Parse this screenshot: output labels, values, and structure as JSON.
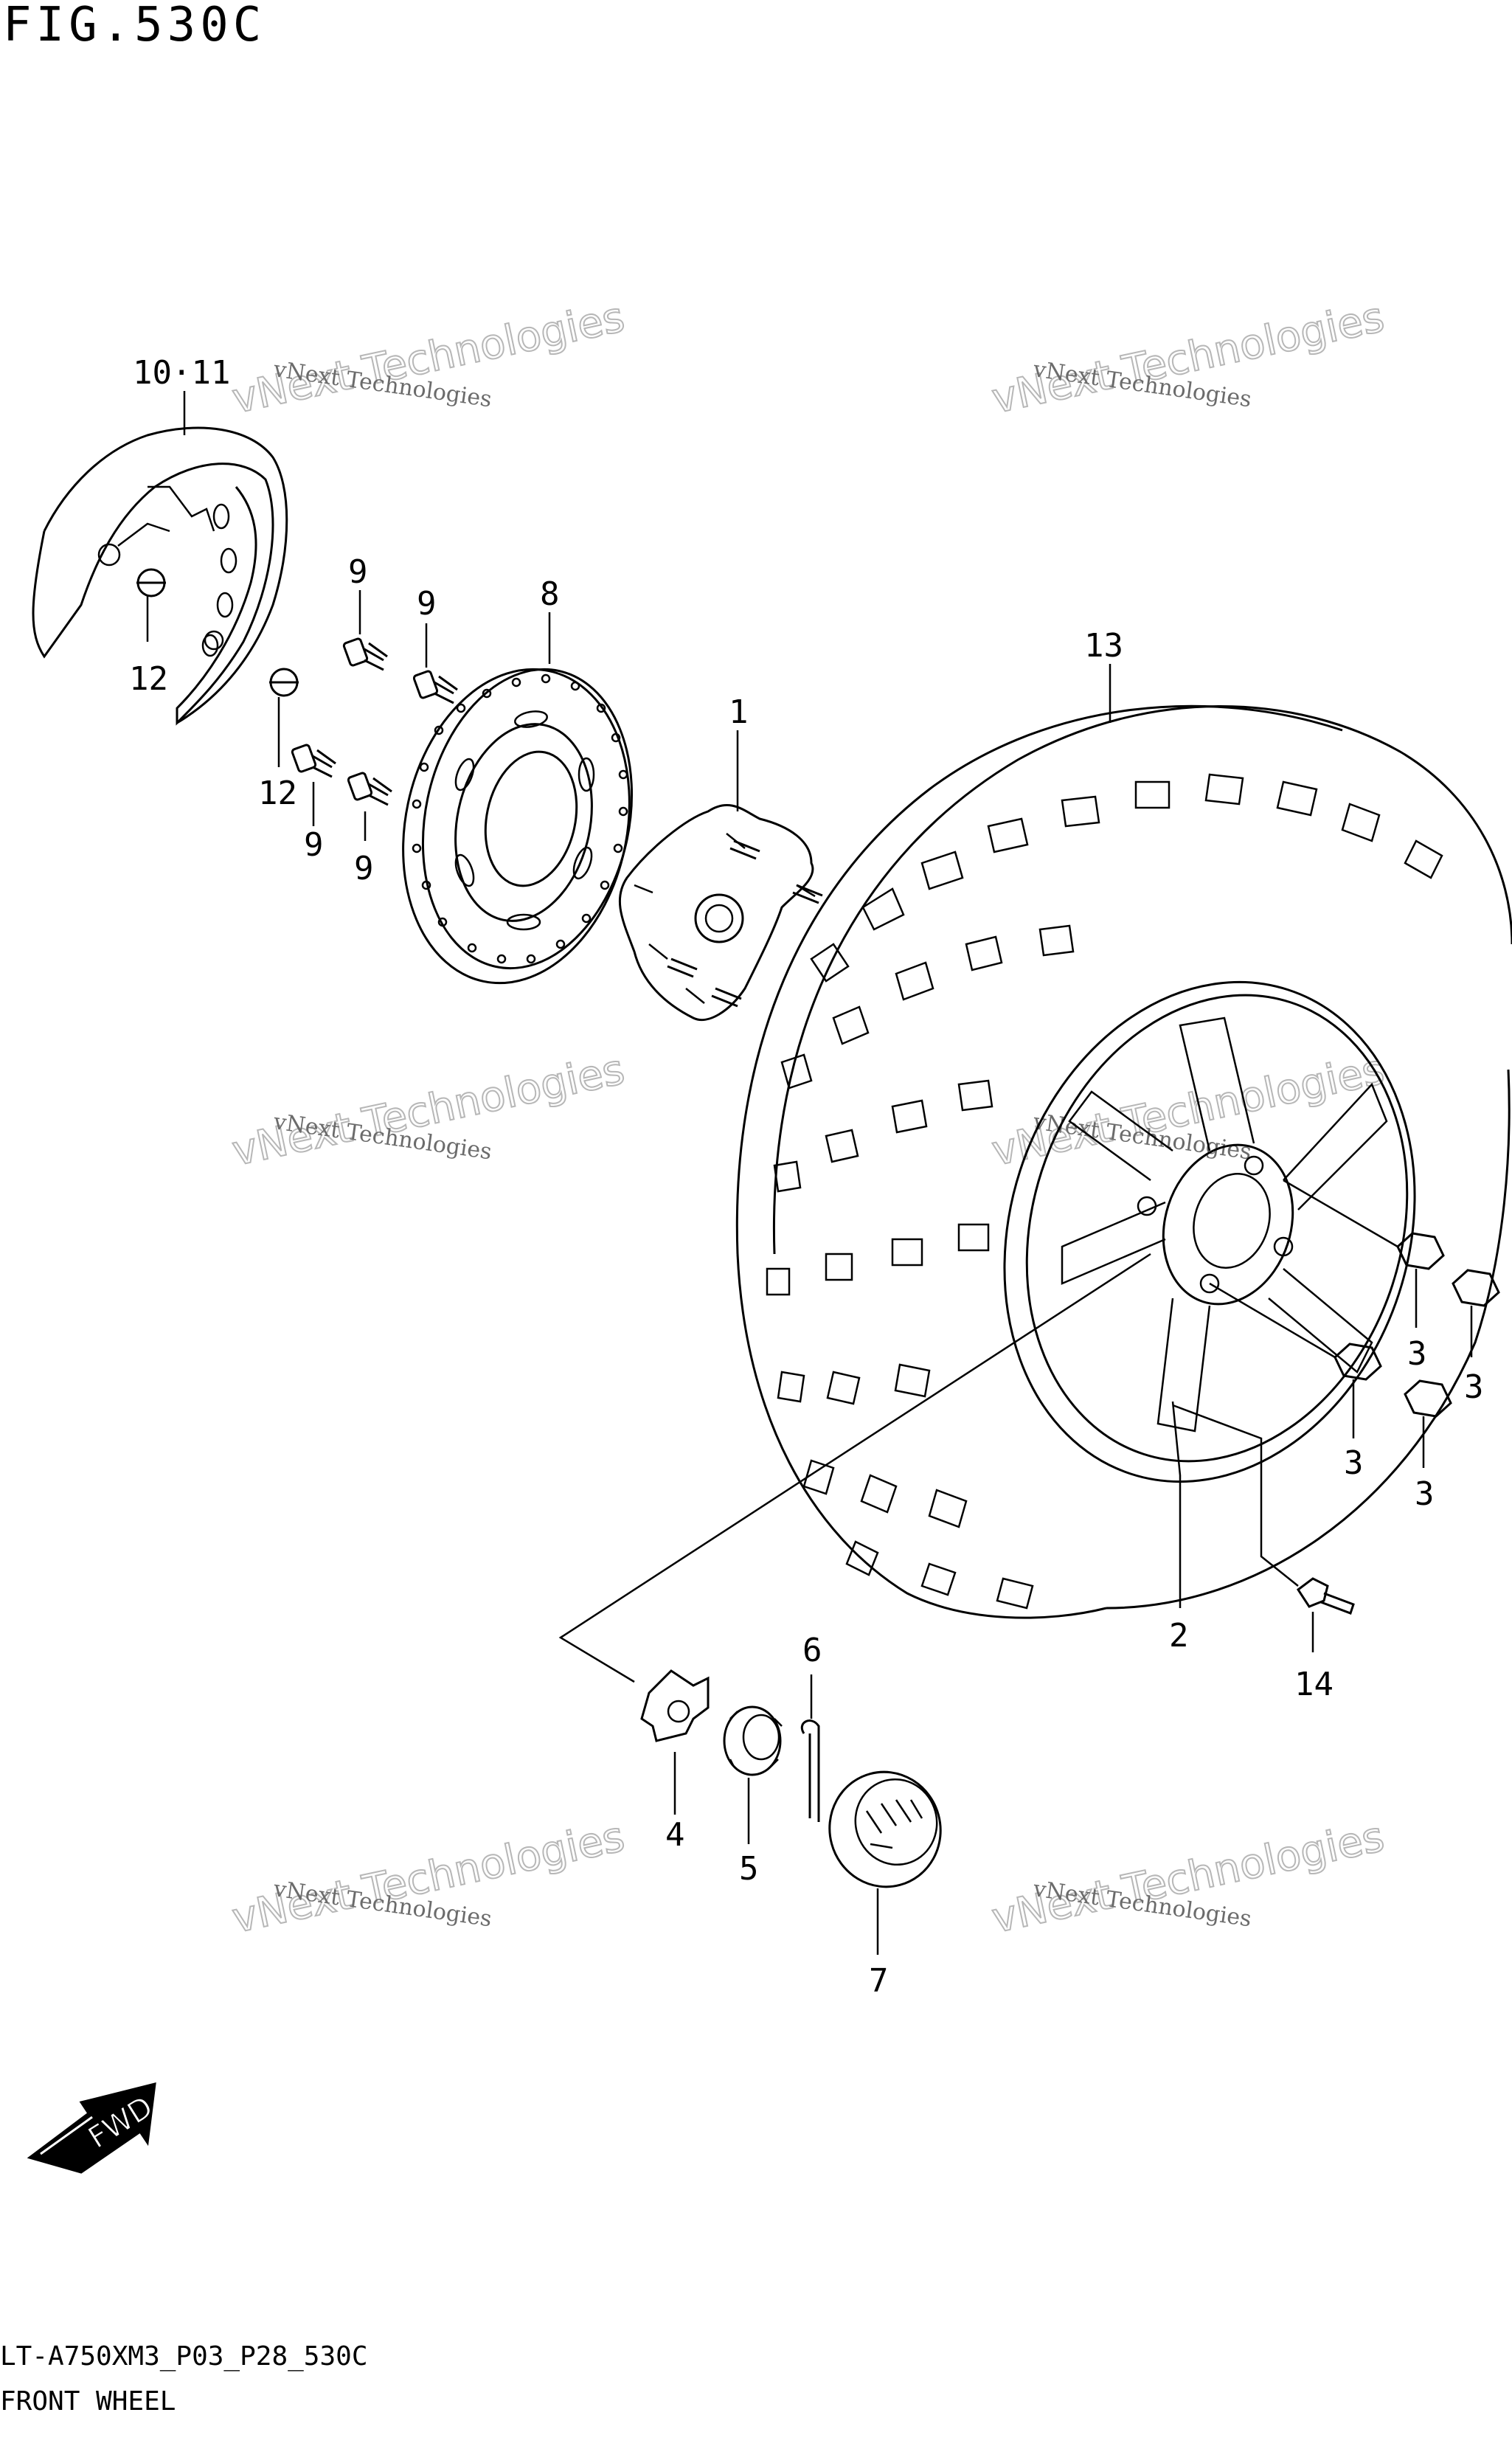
{
  "figure": {
    "title": "FIG.530C",
    "model_code": "LT-A750XM3_P03_P28_530C",
    "name": "FRONT WHEEL"
  },
  "watermark": {
    "line1": "vNext Technologies",
    "line2": "vNext Technologies"
  },
  "callouts": {
    "p1": "1",
    "p2": "2",
    "p3a": "3",
    "p3b": "3",
    "p3c": "3",
    "p3d": "3",
    "p4": "4",
    "p5": "5",
    "p6": "6",
    "p7": "7",
    "p8": "8",
    "p9a": "9",
    "p9b": "9",
    "p9c": "9",
    "p9d": "9",
    "p1011": "10·11",
    "p12a": "12",
    "p12b": "12",
    "p13": "13",
    "p14": "14"
  },
  "fwd_arrow": {
    "label": "FWD"
  }
}
